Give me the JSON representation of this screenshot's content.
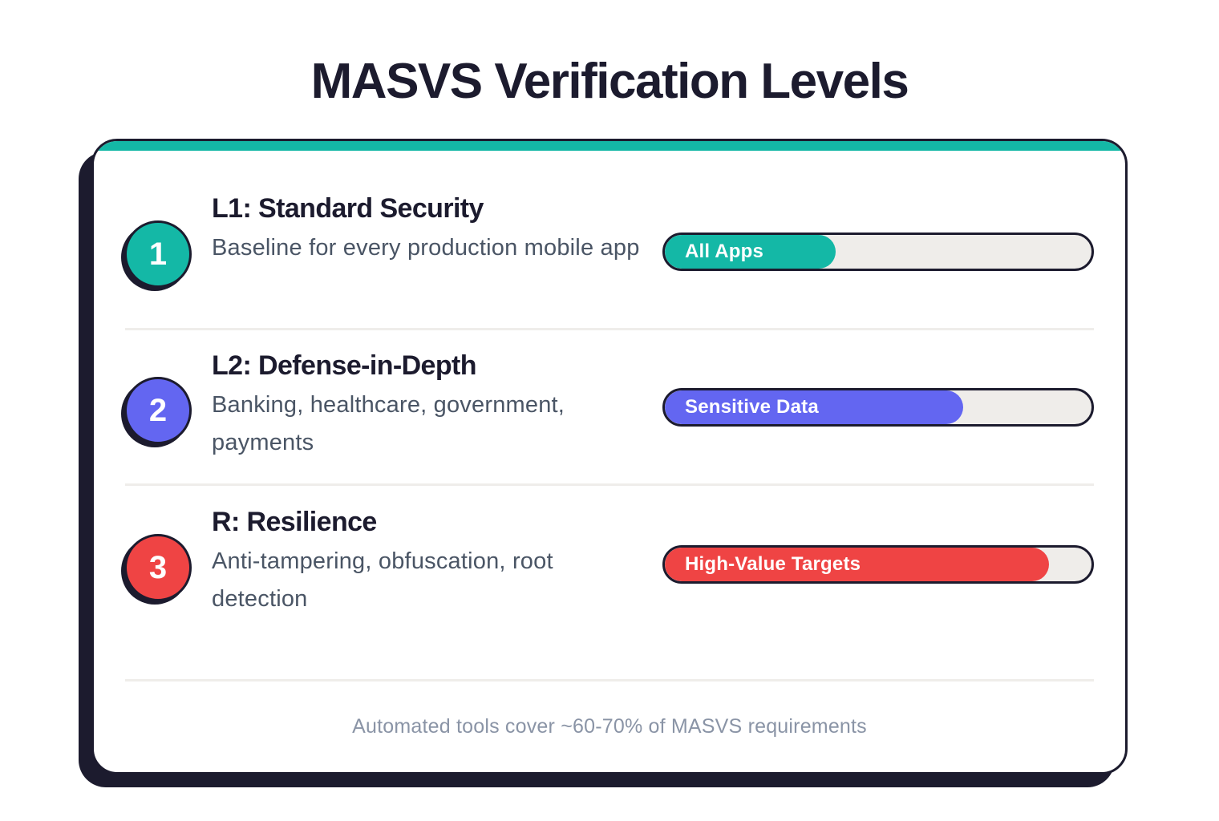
{
  "title": "MASVS Verification Levels",
  "colors": {
    "ink": "#1c1b2e",
    "teal": "#14b8a6",
    "indigo": "#6366f1",
    "red": "#ef4444",
    "track": "#efedea",
    "muted_text": "#4a5565",
    "footer_text": "#8a94a6"
  },
  "levels": [
    {
      "number": "1",
      "title": "L1: Standard Security",
      "description": "Baseline for every production mobile app",
      "bar_label": "All Apps",
      "bar_percent": 40,
      "color": "#14b8a6"
    },
    {
      "number": "2",
      "title": "L2: Defense-in-Depth",
      "description": "Banking, healthcare, government, payments",
      "bar_label": "Sensitive Data",
      "bar_percent": 70,
      "color": "#6366f1"
    },
    {
      "number": "3",
      "title": "R: Resilience",
      "description": "Anti-tampering, obfuscation, root detection",
      "bar_label": "High-Value Targets",
      "bar_percent": 90,
      "color": "#ef4444"
    }
  ],
  "footer_note": "Automated tools cover ~60-70% of MASVS requirements"
}
